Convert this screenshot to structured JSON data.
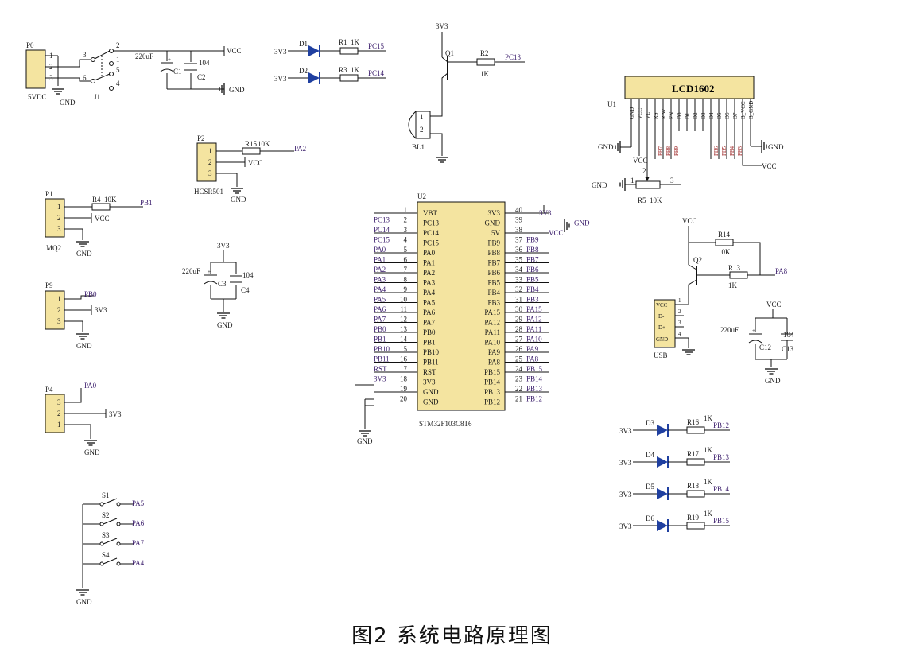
{
  "caption": "图2  系统电路原理图",
  "power_supply": {
    "connector": "P0",
    "connector_value": "5VDC",
    "pins": [
      "1",
      "2",
      "3"
    ],
    "switch": "J1",
    "switch_pins": [
      "3",
      "2",
      "1",
      "6",
      "5",
      "4"
    ],
    "c1": "C1",
    "c1_value": "220uF",
    "c2": "C2",
    "c2_value": "104",
    "vcc": "VCC",
    "gnd": "GND",
    "gnd_left": "GND"
  },
  "leds_top": {
    "d1": "D1",
    "d2": "D2",
    "r1": "R1",
    "r1_value": "1K",
    "r3": "R3",
    "r3_value": "1K",
    "net1": "PC15",
    "net2": "PC14",
    "supply": "3V3"
  },
  "buzzer": {
    "q1": "Q1",
    "r2": "R2",
    "r2_value": "1K",
    "net": "PC13",
    "bl1": "BL1",
    "supply": "3V3",
    "pin1": "1",
    "pin2": "2"
  },
  "lcd": {
    "title": "LCD1602",
    "ref": "U1",
    "pins": [
      "GND",
      "VCC",
      "VL",
      "RS",
      "R/W",
      "EN",
      "D0",
      "D1",
      "D2",
      "D3",
      "D4",
      "D5",
      "D6",
      "D7",
      "B_VCC",
      "B_GND"
    ],
    "nets": [
      "PB7",
      "PB8",
      "PB9",
      "PB6",
      "PB5",
      "PB4",
      "PB3"
    ],
    "gnd": "GND",
    "gnd2": "GND",
    "vcc": "VCC",
    "vcc2": "VCC",
    "pot": "R5",
    "pot_value": "10K",
    "pot_gnd": "GND",
    "pot_pin1": "1",
    "pot_pin2": "2",
    "pot_pin3": "3"
  },
  "hcsr501": {
    "ref": "P2",
    "name": "HCSR501",
    "resistor": "R15",
    "resistor_value": "10K",
    "net": "PA2",
    "vcc": "VCC",
    "gnd": "GND",
    "pins": [
      "1",
      "2",
      "3"
    ]
  },
  "mq2": {
    "ref": "P1",
    "name": "MQ2",
    "resistor": "R4",
    "resistor_value": "10K",
    "net": "PB1",
    "vcc": "VCC",
    "gnd": "GND",
    "pins": [
      "1",
      "2",
      "3"
    ]
  },
  "p9": {
    "ref": "P9",
    "net": "PB0",
    "supply": "3V3",
    "gnd": "GND",
    "pins": [
      "1",
      "2",
      "3"
    ]
  },
  "p4": {
    "ref": "P4",
    "net": "PA0",
    "supply": "3V3",
    "gnd": "GND",
    "pins": [
      "3",
      "2",
      "1"
    ]
  },
  "decoupling": {
    "supply": "3V3",
    "c3": "C3",
    "c3_value": "220uF",
    "c4": "C4",
    "c4_value": "104",
    "gnd": "GND"
  },
  "mcu": {
    "ref": "U2",
    "part": "STM32F103C8T6",
    "left_pins": [
      {
        "num": "1",
        "name": "VBT",
        "net": ""
      },
      {
        "num": "2",
        "name": "PC13",
        "net": "PC13"
      },
      {
        "num": "3",
        "name": "PC14",
        "net": "PC14"
      },
      {
        "num": "4",
        "name": "PC15",
        "net": "PC15"
      },
      {
        "num": "5",
        "name": "PA0",
        "net": "PA0"
      },
      {
        "num": "6",
        "name": "PA1",
        "net": "PA1"
      },
      {
        "num": "7",
        "name": "PA2",
        "net": "PA2"
      },
      {
        "num": "8",
        "name": "PA3",
        "net": "PA3"
      },
      {
        "num": "9",
        "name": "PA4",
        "net": "PA4"
      },
      {
        "num": "10",
        "name": "PA5",
        "net": "PA5"
      },
      {
        "num": "11",
        "name": "PA6",
        "net": "PA6"
      },
      {
        "num": "12",
        "name": "PA7",
        "net": "PA7"
      },
      {
        "num": "13",
        "name": "PB0",
        "net": "PB0"
      },
      {
        "num": "14",
        "name": "PB1",
        "net": "PB1"
      },
      {
        "num": "15",
        "name": "PB10",
        "net": "PB10"
      },
      {
        "num": "16",
        "name": "PB11",
        "net": "PB11"
      },
      {
        "num": "17",
        "name": "RST",
        "net": "RST"
      },
      {
        "num": "18",
        "name": "3V3",
        "net": "3V3"
      },
      {
        "num": "19",
        "name": "GND",
        "net": ""
      },
      {
        "num": "20",
        "name": "GND",
        "net": ""
      }
    ],
    "right_pins": [
      {
        "num": "40",
        "name": "3V3",
        "net": "3V3"
      },
      {
        "num": "39",
        "name": "GND",
        "net": "GND"
      },
      {
        "num": "38",
        "name": "5V",
        "net": "VCC"
      },
      {
        "num": "37",
        "name": "PB9",
        "net": "PB9"
      },
      {
        "num": "36",
        "name": "PB8",
        "net": "PB8"
      },
      {
        "num": "35",
        "name": "PB7",
        "net": "PB7"
      },
      {
        "num": "34",
        "name": "PB6",
        "net": "PB6"
      },
      {
        "num": "33",
        "name": "PB5",
        "net": "PB5"
      },
      {
        "num": "32",
        "name": "PB4",
        "net": "PB4"
      },
      {
        "num": "31",
        "name": "PB3",
        "net": "PB3"
      },
      {
        "num": "30",
        "name": "PA15",
        "net": "PA15"
      },
      {
        "num": "29",
        "name": "PA12",
        "net": "PA12"
      },
      {
        "num": "28",
        "name": "PA11",
        "net": "PA11"
      },
      {
        "num": "27",
        "name": "PA10",
        "net": "PA10"
      },
      {
        "num": "26",
        "name": "PA9",
        "net": "PA9"
      },
      {
        "num": "25",
        "name": "PA8",
        "net": "PA8"
      },
      {
        "num": "24",
        "name": "PB15",
        "net": "PB15"
      },
      {
        "num": "23",
        "name": "PB14",
        "net": "PB14"
      },
      {
        "num": "22",
        "name": "PB13",
        "net": "PB13"
      },
      {
        "num": "21",
        "name": "PB12",
        "net": "PB12"
      }
    ],
    "gnd": "GND"
  },
  "usb": {
    "q2": "Q2",
    "r14": "R14",
    "r14_value": "10K",
    "r13": "R13",
    "r13_value": "1K",
    "net": "PA8",
    "vcc_top": "VCC",
    "vcc_right": "VCC",
    "label": "USB",
    "pins": [
      "VCC",
      "D-",
      "D+",
      "GND"
    ],
    "pin_nums": [
      "1",
      "2",
      "3",
      "4"
    ],
    "c12": "C12",
    "c12_value": "220uF",
    "c13": "C13",
    "c13_value": "104",
    "gnd": "GND"
  },
  "leds_bottom": [
    {
      "d": "D3",
      "r": "R16",
      "value": "1K",
      "net": "PB12",
      "supply": "3V3"
    },
    {
      "d": "D4",
      "r": "R17",
      "value": "1K",
      "net": "PB13",
      "supply": "3V3"
    },
    {
      "d": "D5",
      "r": "R18",
      "value": "1K",
      "net": "PB14",
      "supply": "3V3"
    },
    {
      "d": "D6",
      "r": "R19",
      "value": "1K",
      "net": "PB15",
      "supply": "3V3"
    }
  ],
  "switches": [
    {
      "ref": "S1",
      "net": "PA5"
    },
    {
      "ref": "S2",
      "net": "PA6"
    },
    {
      "ref": "S3",
      "net": "PA7"
    },
    {
      "ref": "S4",
      "net": "PA4"
    }
  ],
  "switches_gnd": "GND"
}
